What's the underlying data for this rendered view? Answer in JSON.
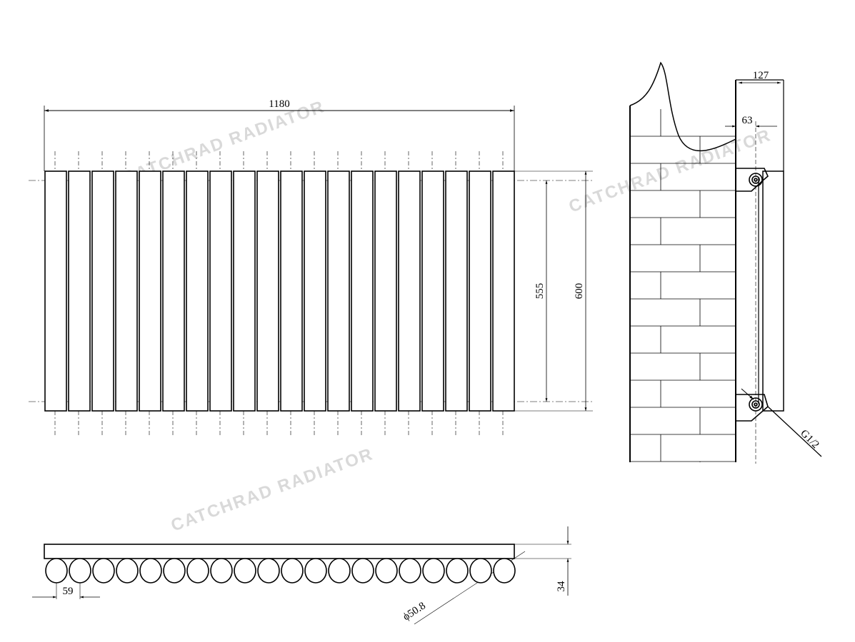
{
  "watermark": "CATCHRAD RADIATOR",
  "front_view": {
    "tube_count": 20,
    "width_label": "1180",
    "centers_label": "555",
    "height_label": "600"
  },
  "side_view": {
    "depth_label": "127",
    "offset_label": "63",
    "connection_label": "G1/2"
  },
  "plan_view": {
    "pitch_label": "59",
    "diameter_label": "ϕ50.8",
    "plate_label": "34"
  }
}
